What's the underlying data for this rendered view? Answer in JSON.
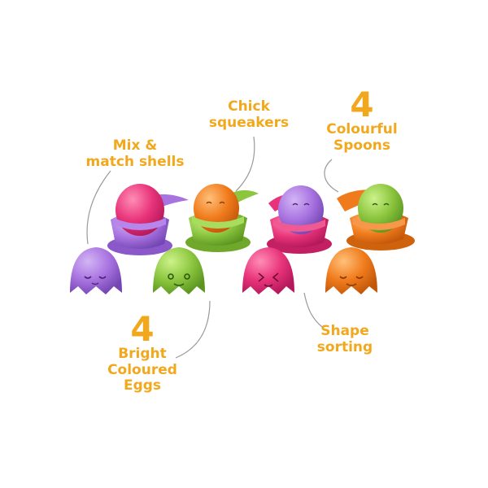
{
  "labels": {
    "chick": {
      "line1": "Chick",
      "line2": "squeakers"
    },
    "mix": {
      "line1": "Mix &",
      "line2": "match shells"
    },
    "spoons": {
      "number": "4",
      "line1": "Colourful",
      "line2": "Spoons"
    },
    "eggs": {
      "number": "4",
      "line1": "Bright",
      "line2": "Coloured",
      "line3": "Eggs"
    },
    "shape": {
      "line1": "Shape",
      "line2": "sorting"
    }
  },
  "colors": {
    "label_text": "#f2a81d",
    "connector": "#9a9a9a",
    "purple": "#a873e0",
    "pink": "#e8337a",
    "green": "#8cc63f",
    "orange": "#f07b1c",
    "background": "#ffffff"
  }
}
